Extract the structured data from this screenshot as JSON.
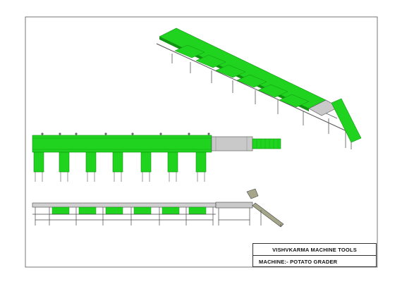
{
  "title_block": {
    "company": "VISHVKARMA MACHINE TOOLS",
    "machine": "MACHINE:- POTATO GRADER"
  },
  "colors": {
    "belt_green": "#1fd31f",
    "belt_dark": "#129412",
    "frame": "#555555",
    "hopper": "#9e9e7a",
    "border": "#444444"
  },
  "views": [
    "isometric-view",
    "top-view",
    "front-elevation-view"
  ]
}
